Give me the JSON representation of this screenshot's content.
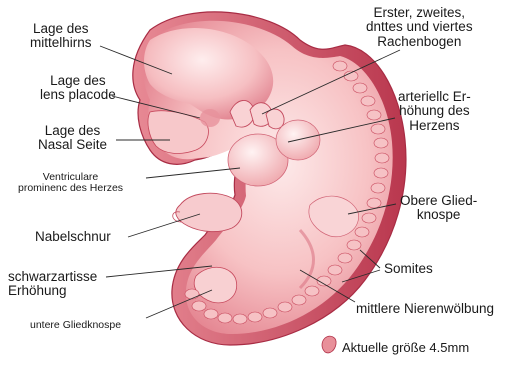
{
  "labels": {
    "mittelhirn": "Lage des\nmittelhirns",
    "lens_placode": "Lage des\nlens placode",
    "nasal": "Lage des\nNasal Seite",
    "ventricular": "Ventriculare\nprominenc des Herzes",
    "nabelschnur": "Nabelschnur",
    "schwarzartisse": "schwarzartisse\nErhöhung",
    "untere_glied": "untere Gliedknospe",
    "rachenbogen": "Erster, zweites,\ndnttes und viertes\nRachenbogen",
    "arteriell": "arteriellc Er-\nhöhung des\nHerzens",
    "obere_glied": "Obere Glied-\nknospe",
    "somites": "Somites",
    "nierenwoelbung": "mittlere Nierenwölbung"
  },
  "size_note": "Aktuelle größe 4.5mm",
  "colors": {
    "body_light": "#fde3e3",
    "body_mid": "#f3a6aa",
    "body_dark": "#d55b6c",
    "outline": "#b2334a",
    "somite": "#f6c2c5"
  },
  "icons": {
    "size_note": "embryo-icon"
  }
}
